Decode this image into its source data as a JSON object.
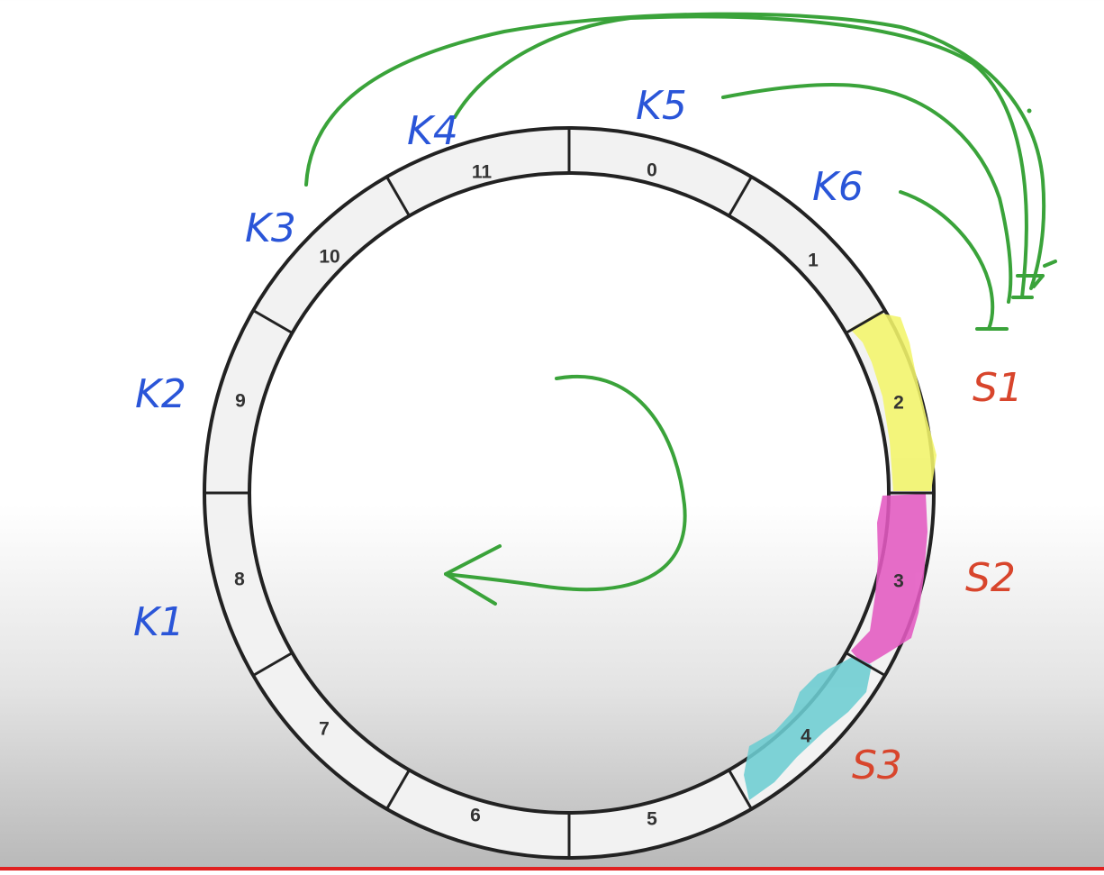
{
  "ring": {
    "segments": [
      "0",
      "1",
      "2",
      "3",
      "4",
      "5",
      "6",
      "7",
      "8",
      "9",
      "10",
      "11"
    ]
  },
  "key_labels": [
    "K1",
    "K2",
    "K3",
    "K4",
    "K5",
    "K6"
  ],
  "server_labels": [
    "S1",
    "S2",
    "S3"
  ],
  "colors": {
    "ring_fill": "#f2f2f2",
    "ring_stroke": "#222222",
    "key_ink": "#2a55d8",
    "server_ink": "#d8452c",
    "arrow_ink": "#3aa33a",
    "highlight_s1": "#f3f56a",
    "highlight_s2": "#e45ac2",
    "highlight_s3": "#6ccdd2",
    "bottom_line": "#e02020"
  }
}
